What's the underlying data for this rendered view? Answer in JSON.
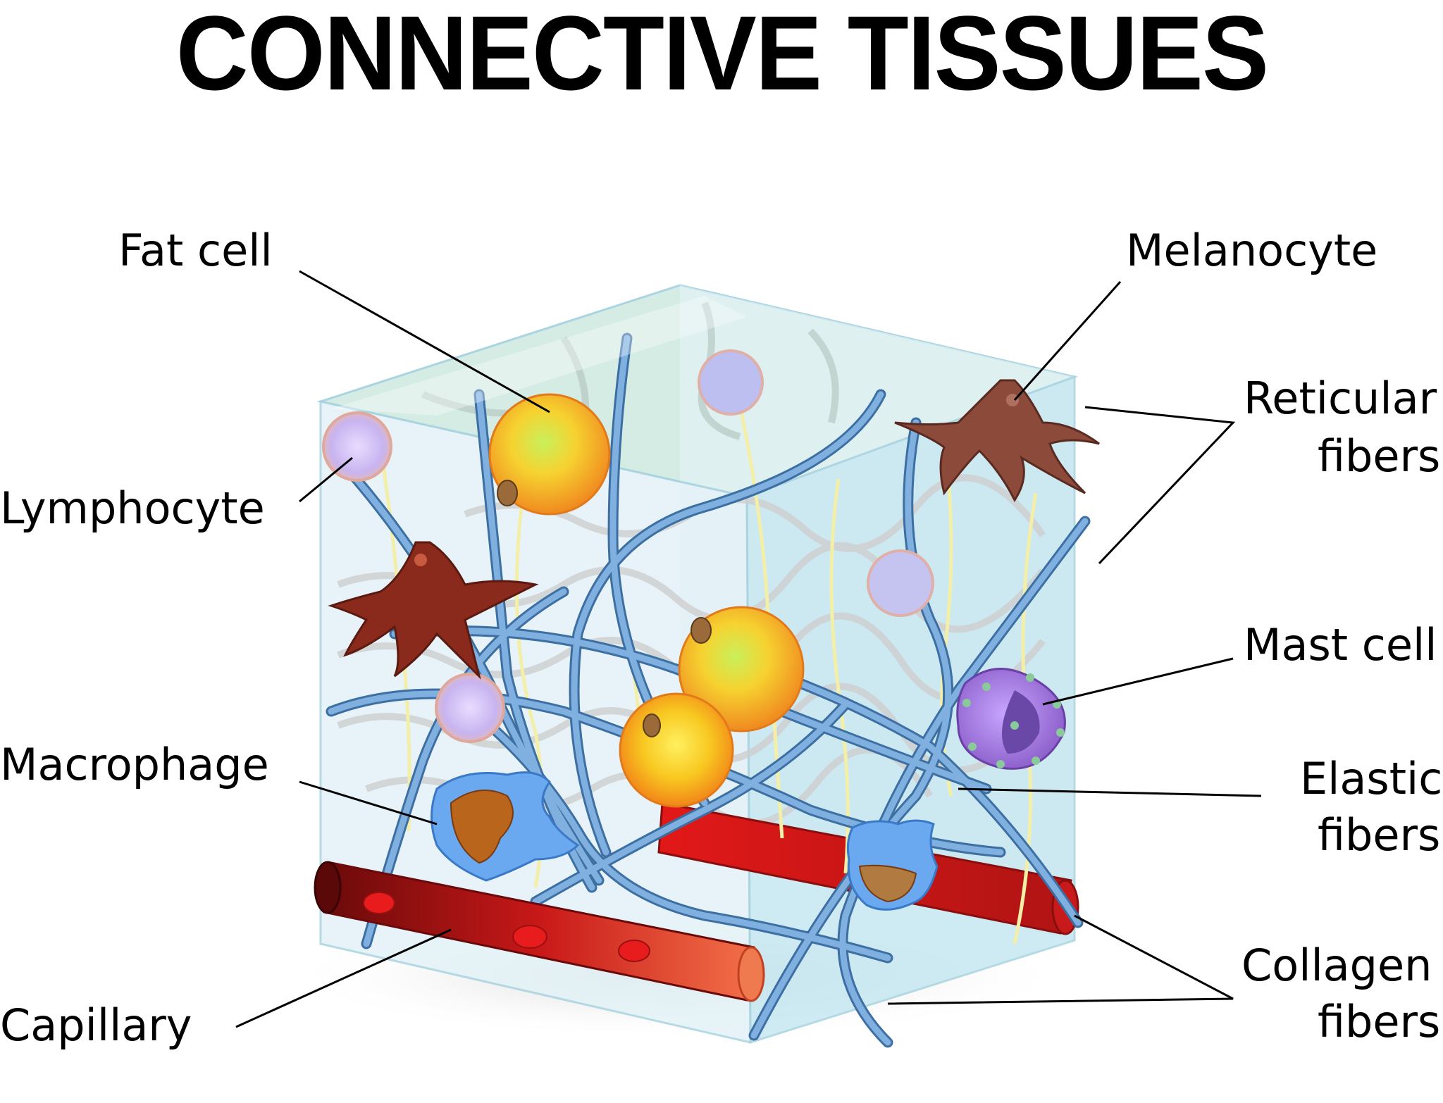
{
  "title": "CONNECTIVE TISSUES",
  "labels": {
    "fat_cell": "Fat cell",
    "lymphocyte": "Lymphocyte",
    "macrophage": "Macrophage",
    "capillary": "Capillary",
    "melanocyte": "Melanocyte",
    "reticular_line1": "Reticular",
    "reticular_line2": "fibers",
    "mast_cell": "Mast cell",
    "elastic_line1": "Elastic",
    "elastic_line2": "fibers",
    "collagen_line1": "Collagen",
    "collagen_line2": "fibers"
  },
  "colors": {
    "collagen_fiber": "#5b8fc6",
    "elastic_fiber": "#f3efa8",
    "capillary": "#b3171c",
    "melanocyte": "#8b4a3a",
    "fibroblast": "#8a2a1c",
    "fat_cell": "#f6a12a",
    "lymphocyte": "#d8c3f0",
    "mast_cell": "#9c6ed6",
    "macrophage": "#6aa8f0",
    "tissue_block": "#cbe8f0"
  }
}
